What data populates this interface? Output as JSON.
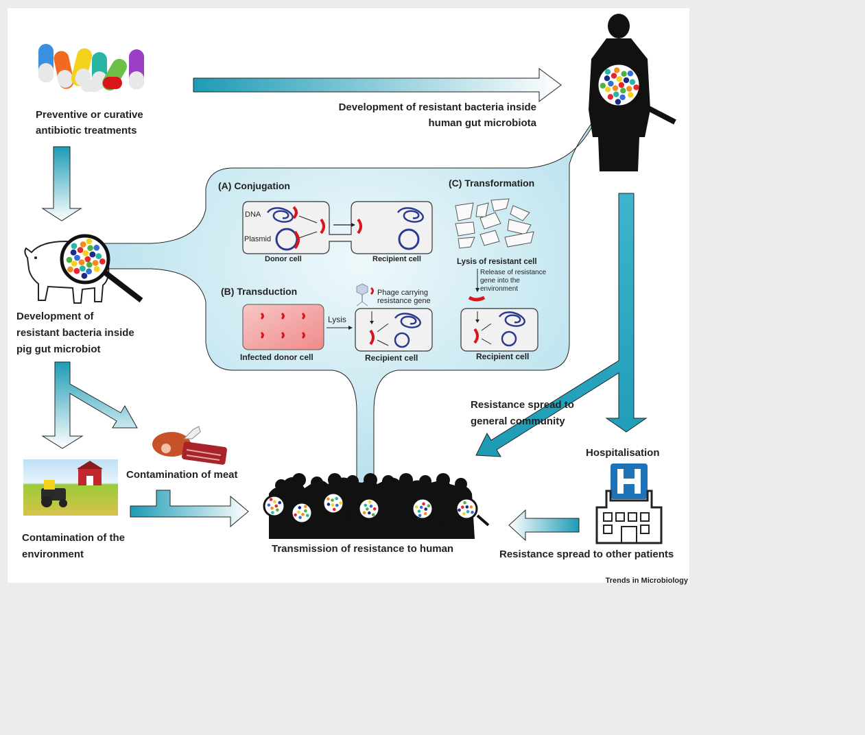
{
  "labels": {
    "treatments": [
      "Preventive or curative",
      "antibiotic treatments"
    ],
    "human_gut": [
      "Development of resistant bacteria inside",
      "human gut microbiota"
    ],
    "pig_gut": [
      "Development of",
      "resistant bacteria inside",
      "pig gut microbiot"
    ],
    "meat": "Contamination of meat",
    "environment": [
      "Contamination of the",
      "environment"
    ],
    "transmission": "Transmission of resistance to human",
    "community": [
      "Resistance spread to",
      "general community"
    ],
    "hospitalisation": "Hospitalisation",
    "patients": "Resistance spread to other patients",
    "credit": "Trends in Microbiology"
  },
  "mechanisms": {
    "conjugation": {
      "title": "(A) Conjugation",
      "dna": "DNA",
      "plasmid": "Plasmid",
      "donor": "Donor cell",
      "recipient": "Recipient cell"
    },
    "transduction": {
      "title": "(B) Transduction",
      "infected": "Infected donor cell",
      "lysis": "Lysis",
      "phage": [
        "Phage carrying",
        "resistance gene"
      ],
      "recipient": "Recipient cell"
    },
    "transformation": {
      "title": "(C) Transformation",
      "lysis_cell": "Lysis of resistant cell",
      "release": [
        "Release of resistance",
        "gene into the",
        "environment"
      ],
      "recipient": "Recipient cell"
    }
  },
  "colors": {
    "arrow_teal": "#1d9bb5",
    "funnel_fill": "#d2edf5",
    "silhouette": "#111111",
    "gene_red": "#d9151b",
    "dna_blue": "#2b3a8f"
  }
}
